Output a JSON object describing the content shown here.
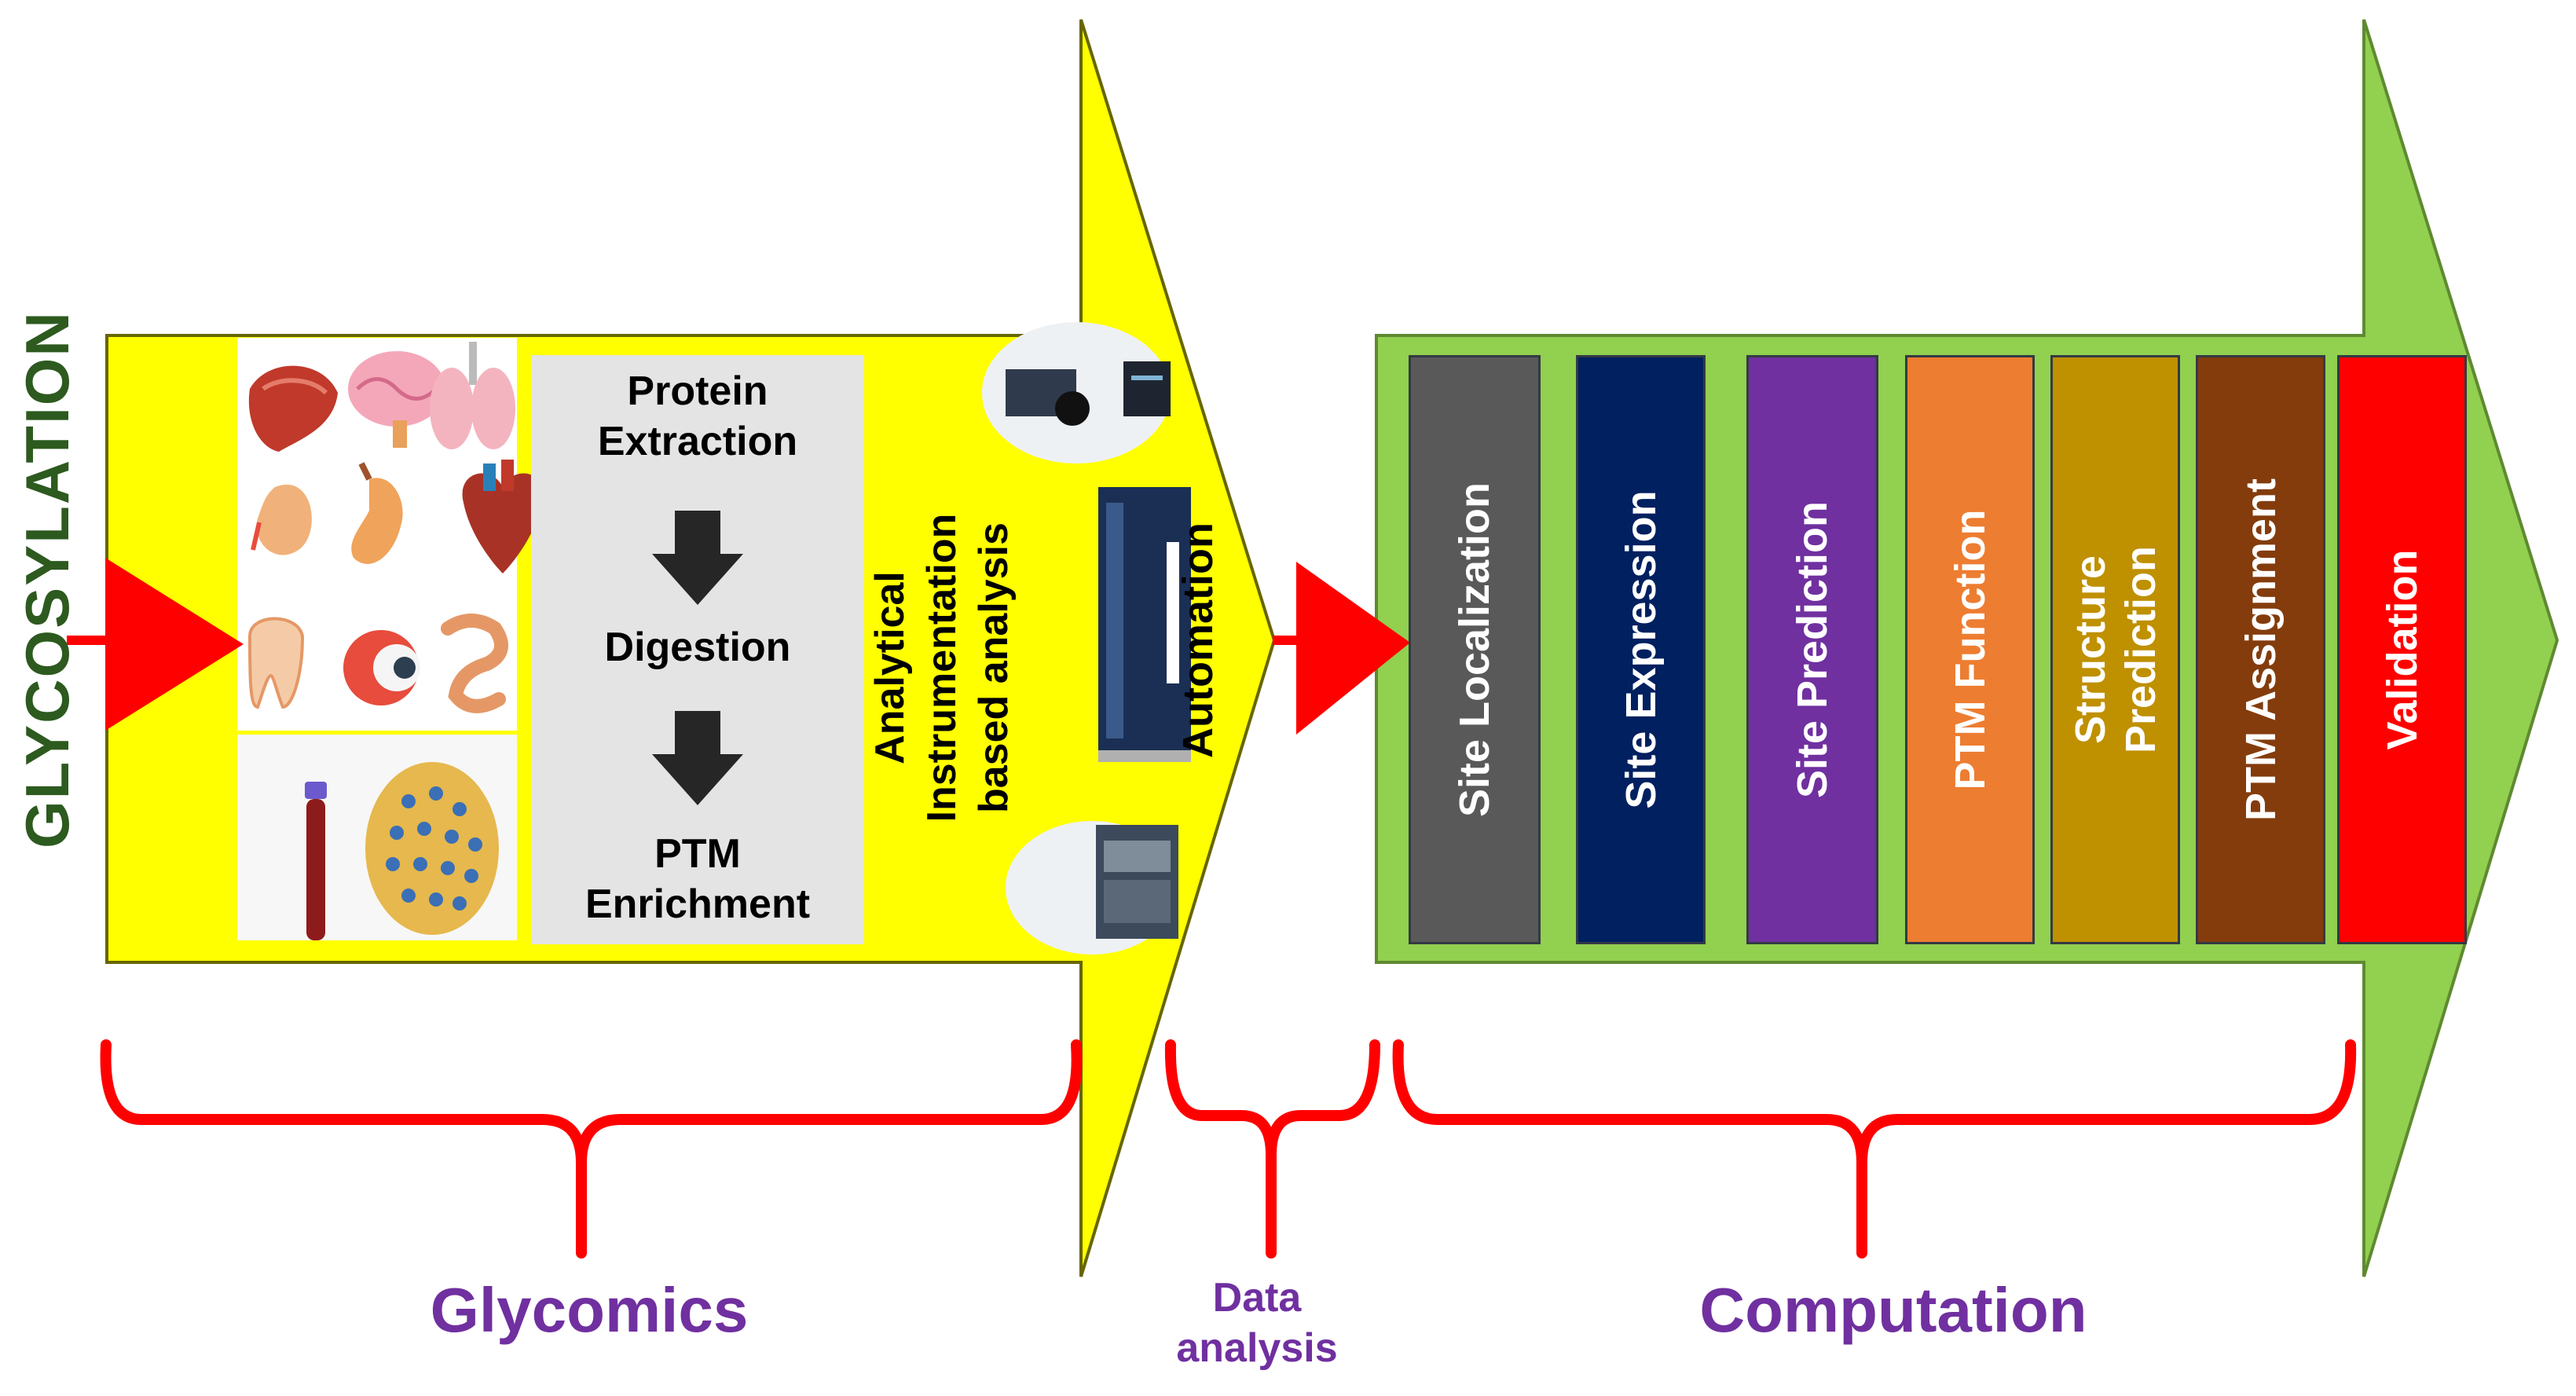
{
  "title": "GLYCOSYLATION",
  "workflow": {
    "steps": [
      "Protein",
      "Extraction",
      "Digestion",
      "PTM",
      "Enrichment"
    ],
    "analytical_label": [
      "Analytical",
      "Instrumentation",
      "based analysis"
    ],
    "automation_label": "Automation"
  },
  "computation_steps": [
    {
      "lines": [
        "Site Localization"
      ],
      "color": "#595959"
    },
    {
      "lines": [
        "Site Expression"
      ],
      "color": "#002060"
    },
    {
      "lines": [
        "Site Prediction"
      ],
      "color": "#7030a0"
    },
    {
      "lines": [
        "PTM Function"
      ],
      "color": "#ed7d31"
    },
    {
      "lines": [
        "Structure",
        "Prediction"
      ],
      "color": "#bf9000"
    },
    {
      "lines": [
        "PTM Assignment"
      ],
      "color": "#843c0c"
    },
    {
      "lines": [
        "Validation"
      ],
      "color": "#ff0000"
    }
  ],
  "phases": {
    "glycomics": "Glycomics",
    "data_analysis": [
      "Data",
      "analysis"
    ],
    "computation": "Computation"
  },
  "colors": {
    "yellow_arrow": "#ffff00",
    "green_arrow": "#92d050",
    "red_marker": "#ff0000",
    "phase_text": "#7030a0",
    "title_text": "#2d5a1f"
  },
  "icons": [
    "liver-icon",
    "brain-icon",
    "lungs-icon",
    "kidney-icon",
    "stomach-icon",
    "heart-icon",
    "tooth-icon",
    "eye-icon",
    "intestine-icon",
    "blood-tube-icon",
    "cells-icon",
    "mass-spectrometer-icon",
    "lc-system-icon",
    "autosampler-icon"
  ]
}
